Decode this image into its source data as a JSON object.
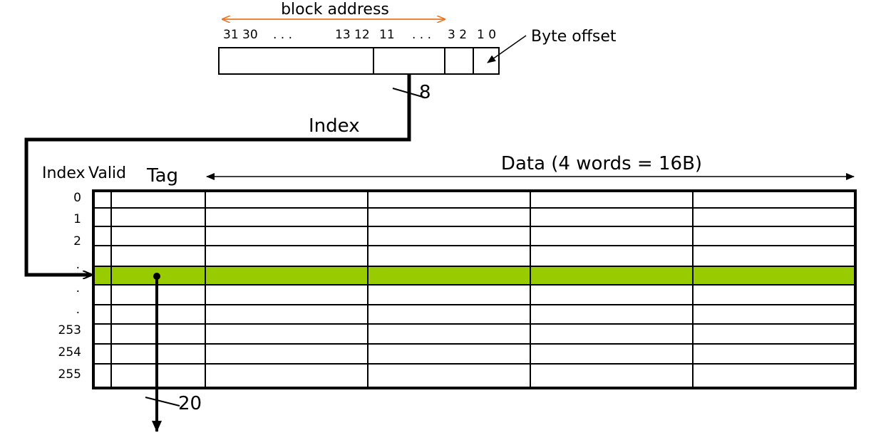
{
  "address": {
    "block_address_label": "block address",
    "bit_labels": [
      "31 30",
      ". . .",
      "13 12",
      "11",
      ". . .",
      "3 2",
      "1 0"
    ],
    "byte_offset_label": "Byte offset",
    "index_bits": "8"
  },
  "index_wire_label": "Index",
  "cache": {
    "headers": {
      "index": "Index",
      "valid": "Valid",
      "tag": "Tag",
      "data": "Data (4 words = 16B)"
    },
    "row_indices": [
      "0",
      "1",
      "2",
      ".",
      ".",
      ".",
      "253",
      "254",
      "255"
    ],
    "highlight_color": "#99cc00",
    "tag_bits": "20"
  }
}
